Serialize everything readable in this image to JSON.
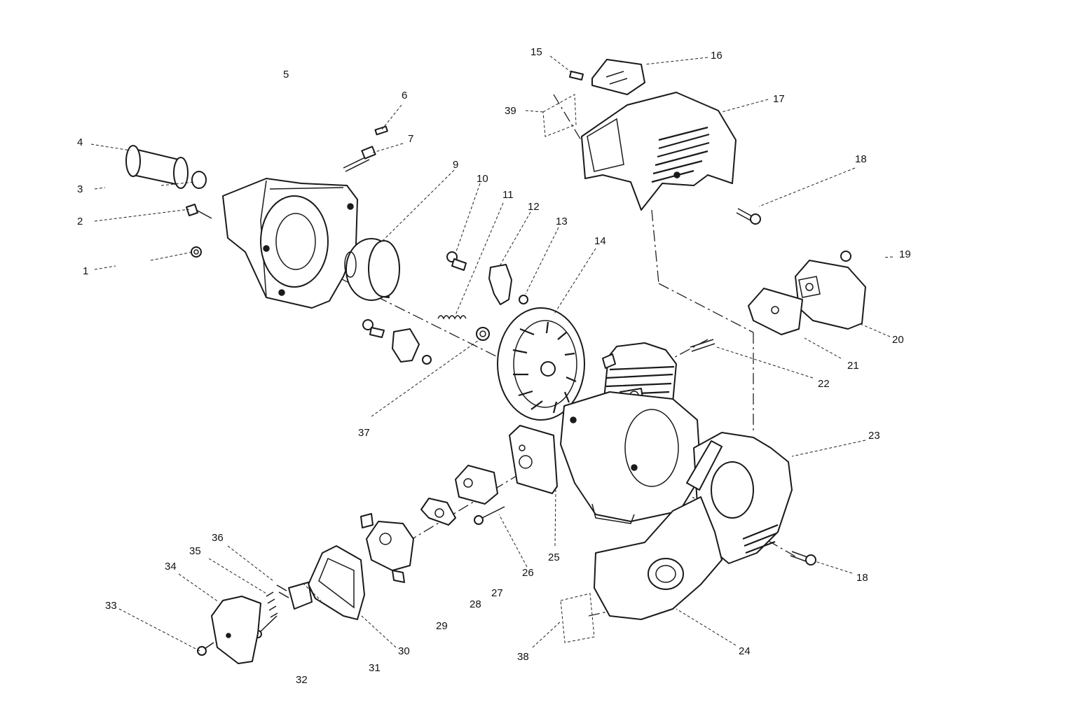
{
  "diagram": {
    "callouts": [
      {
        "n": "1"
      },
      {
        "n": "2"
      },
      {
        "n": "3"
      },
      {
        "n": "4"
      },
      {
        "n": "5"
      },
      {
        "n": "6"
      },
      {
        "n": "7"
      },
      {
        "n": "9"
      },
      {
        "n": "10"
      },
      {
        "n": "11"
      },
      {
        "n": "12"
      },
      {
        "n": "13"
      },
      {
        "n": "14"
      },
      {
        "n": "15"
      },
      {
        "n": "16"
      },
      {
        "n": "17"
      },
      {
        "n": "18"
      },
      {
        "n": "18"
      },
      {
        "n": "19"
      },
      {
        "n": "20"
      },
      {
        "n": "21"
      },
      {
        "n": "22"
      },
      {
        "n": "23"
      },
      {
        "n": "24"
      },
      {
        "n": "25"
      },
      {
        "n": "26"
      },
      {
        "n": "27"
      },
      {
        "n": "28"
      },
      {
        "n": "29"
      },
      {
        "n": "30"
      },
      {
        "n": "31"
      },
      {
        "n": "32"
      },
      {
        "n": "33"
      },
      {
        "n": "34"
      },
      {
        "n": "35"
      },
      {
        "n": "36"
      },
      {
        "n": "37"
      },
      {
        "n": "38"
      },
      {
        "n": "39"
      }
    ]
  }
}
